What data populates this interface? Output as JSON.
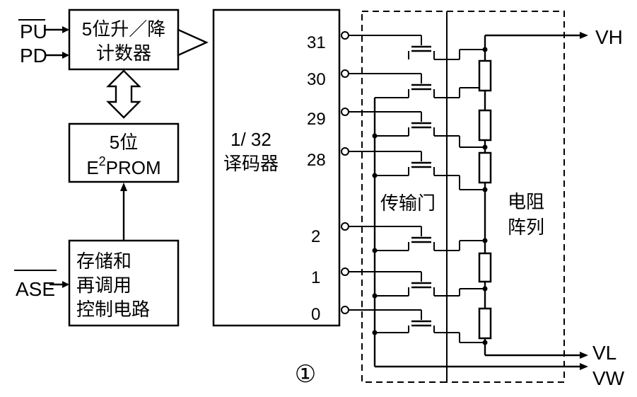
{
  "signals": {
    "pu": "PU",
    "pd": "PD",
    "ase": "ASE",
    "vh": "VH",
    "vl": "VL",
    "vw": "VW"
  },
  "blocks": {
    "counter_line1": "5位升／降",
    "counter_line2": "计数器",
    "eeprom_line1": "5位",
    "eeprom_line2_prefix": "E",
    "eeprom_line2_sup": "2",
    "eeprom_line2_suffix": "PROM",
    "control_line1": "存储和",
    "control_line2": "再调用",
    "control_line3": "控制电路",
    "decoder_line1": "1/ 32",
    "decoder_line2": "译码器"
  },
  "decoder_outputs": [
    "31",
    "30",
    "29",
    "28",
    "2",
    "1",
    "0"
  ],
  "regions": {
    "transmission_gate": "传输门",
    "resistor_array_line1": "电阻",
    "resistor_array_line2": "阵列"
  },
  "figure_number": "①"
}
